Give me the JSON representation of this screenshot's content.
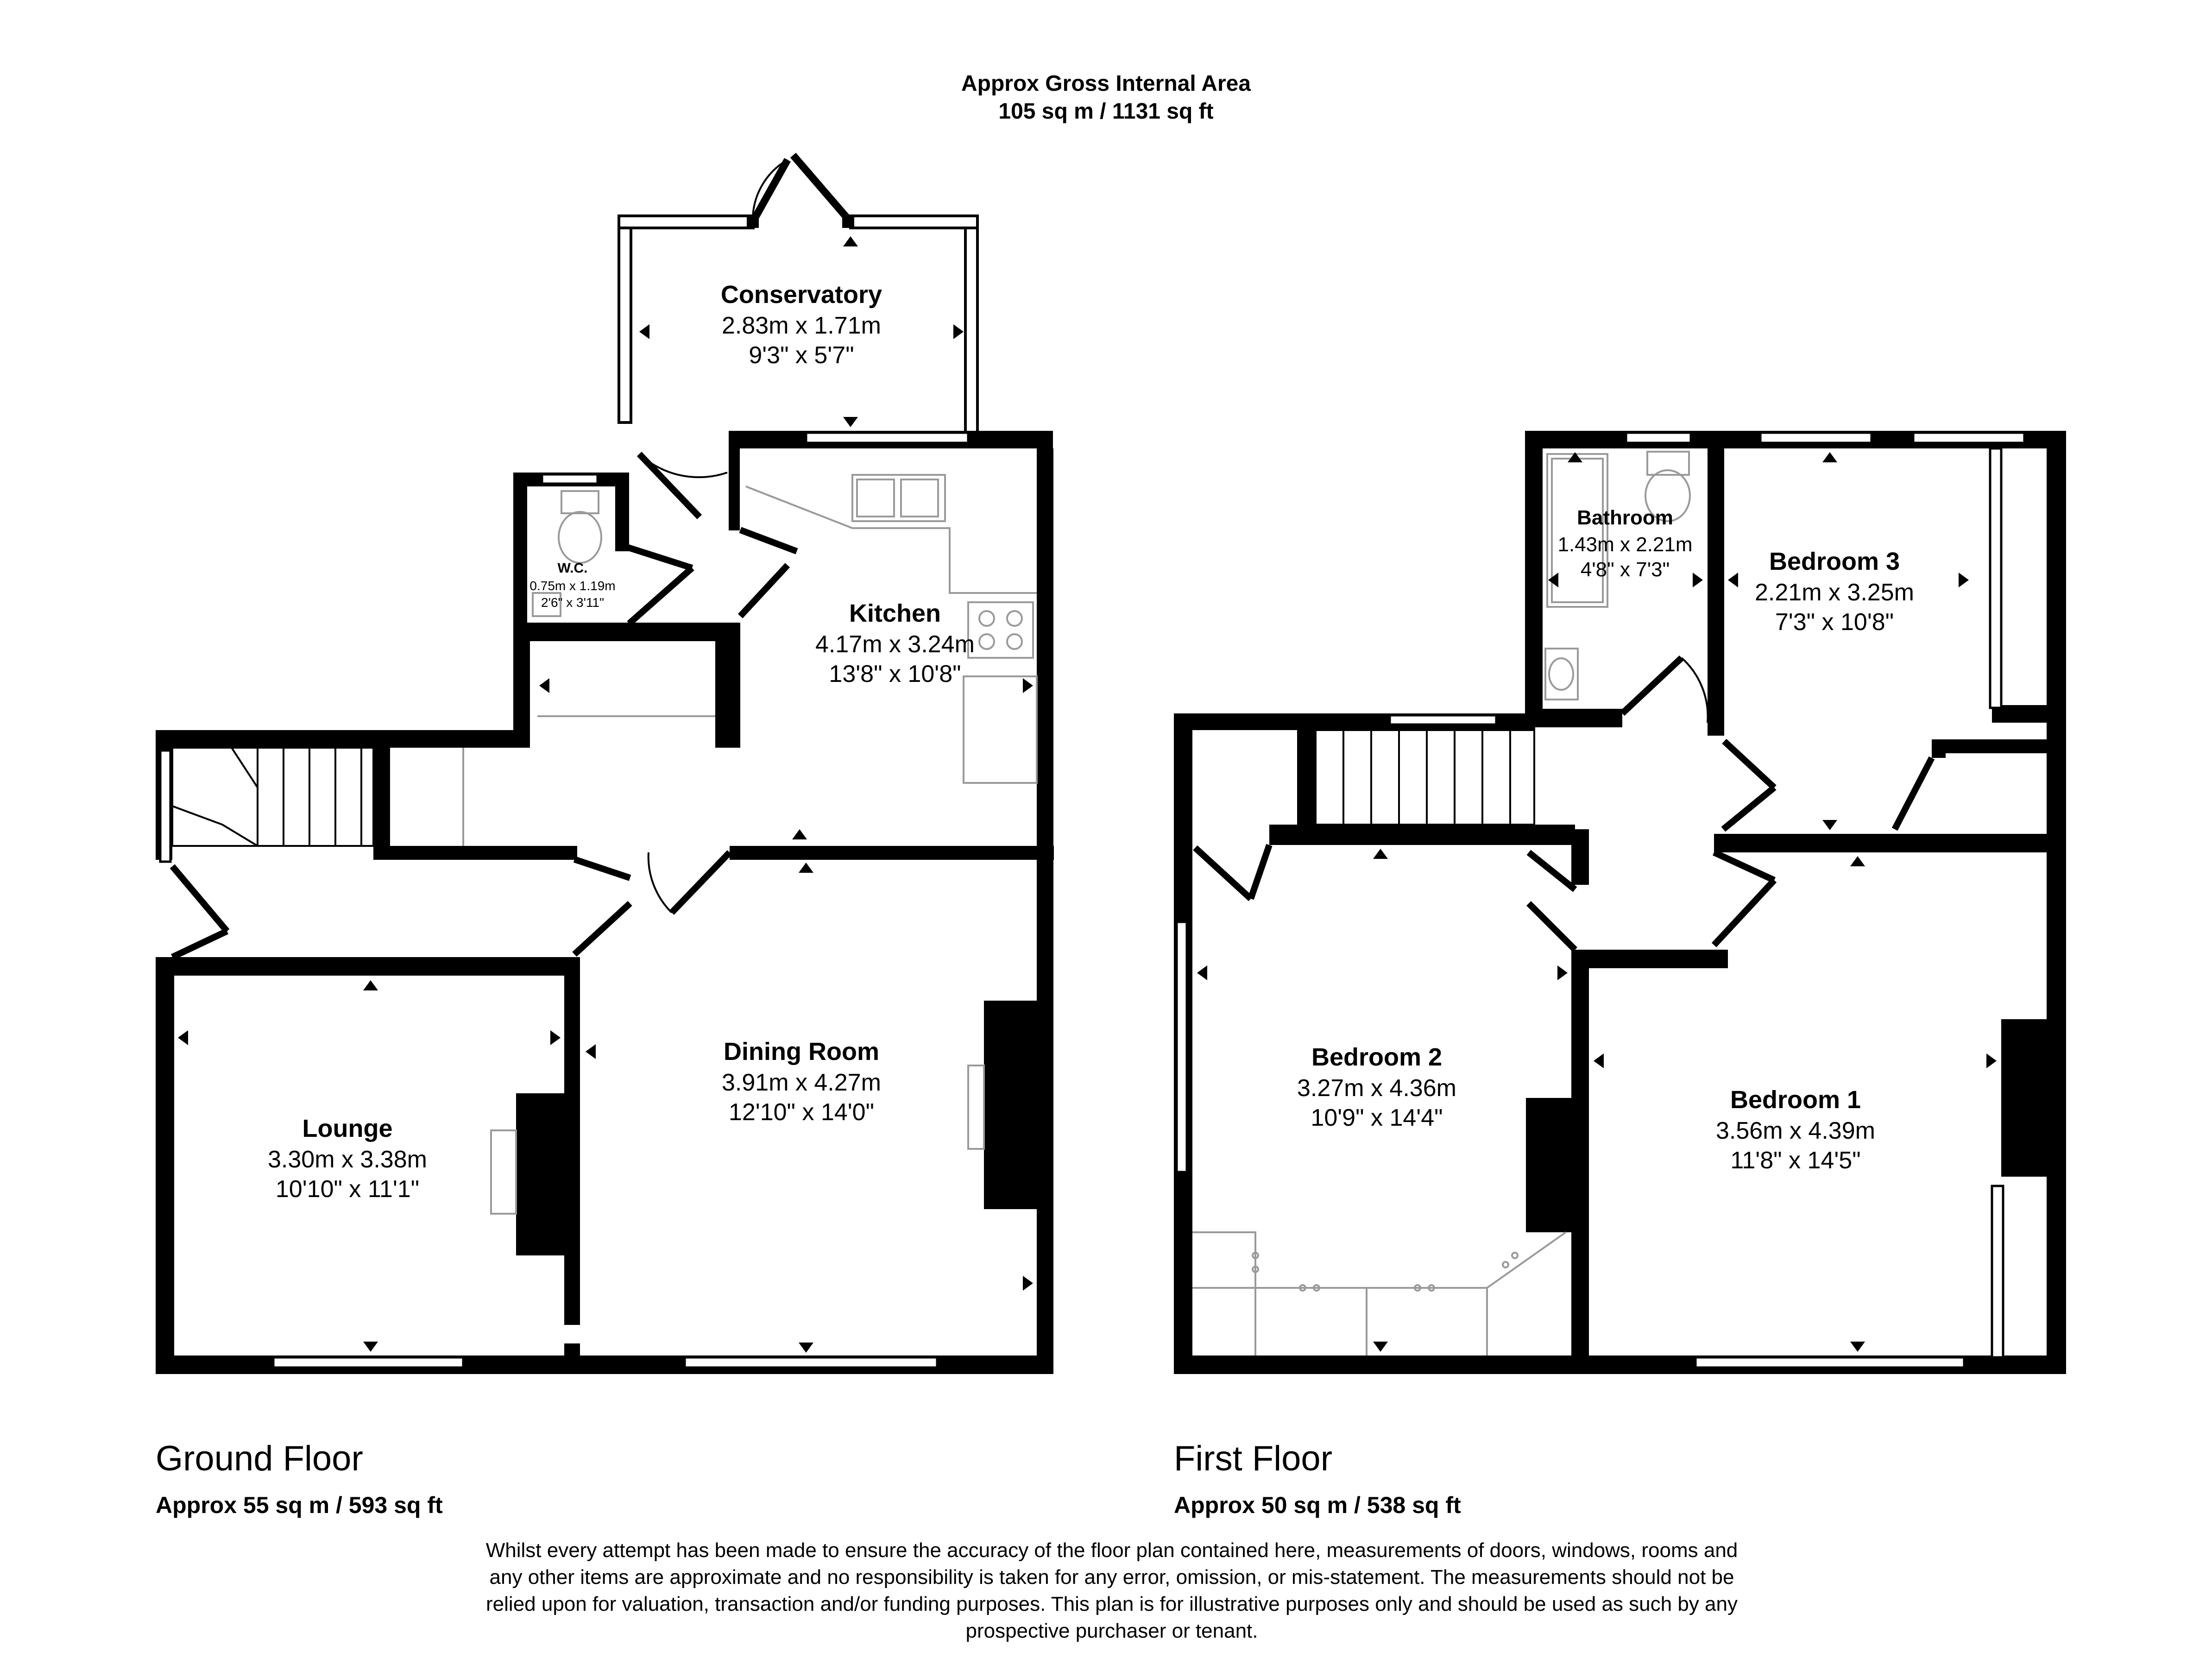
{
  "header": {
    "line1": "Approx Gross Internal Area",
    "line2": "105 sq m / 1131 sq ft"
  },
  "colors": {
    "wall": "#000000",
    "fixture": "#9a9a9a",
    "window": "#ffffff",
    "background": "#ffffff"
  },
  "rooms": {
    "conservatory": {
      "name": "Conservatory",
      "metric": "2.83m x 1.71m",
      "imperial": "9'3\" x 5'7\""
    },
    "wc": {
      "name": "W.C.",
      "metric": "0.75m x 1.19m",
      "imperial": "2'6\" x 3'11\""
    },
    "kitchen": {
      "name": "Kitchen",
      "metric": "4.17m x 3.24m",
      "imperial": "13'8\" x 10'8\""
    },
    "dining": {
      "name": "Dining Room",
      "metric": "3.91m x 4.27m",
      "imperial": "12'10\" x 14'0\""
    },
    "lounge": {
      "name": "Lounge",
      "metric": "3.30m x 3.38m",
      "imperial": "10'10\" x 11'1\""
    },
    "bathroom": {
      "name": "Bathroom",
      "metric": "1.43m x 2.21m",
      "imperial": "4'8\" x 7'3\""
    },
    "bedroom3": {
      "name": "Bedroom 3",
      "metric": "2.21m x 3.25m",
      "imperial": "7'3\" x 10'8\""
    },
    "bedroom2": {
      "name": "Bedroom 2",
      "metric": "3.27m x 4.36m",
      "imperial": "10'9\" x 14'4\""
    },
    "bedroom1": {
      "name": "Bedroom 1",
      "metric": "3.56m x 4.39m",
      "imperial": "11'8\" x 14'5\""
    }
  },
  "floors": {
    "ground": {
      "title": "Ground Floor",
      "area": "Approx 55 sq m / 593 sq ft"
    },
    "first": {
      "title": "First Floor",
      "area": "Approx 50 sq m / 538 sq ft"
    }
  },
  "disclaimer": [
    "Whilst every attempt has been made to ensure the accuracy of the floor plan contained here, measurements of doors, windows, rooms and",
    "any other items are approximate and no responsibility is taken for any error, omission, or mis-statement. The measurements should not be",
    "relied upon for valuation, transaction and/or funding purposes. This plan is for illustrative purposes only and should be used as such by any",
    "prospective purchaser or tenant."
  ]
}
